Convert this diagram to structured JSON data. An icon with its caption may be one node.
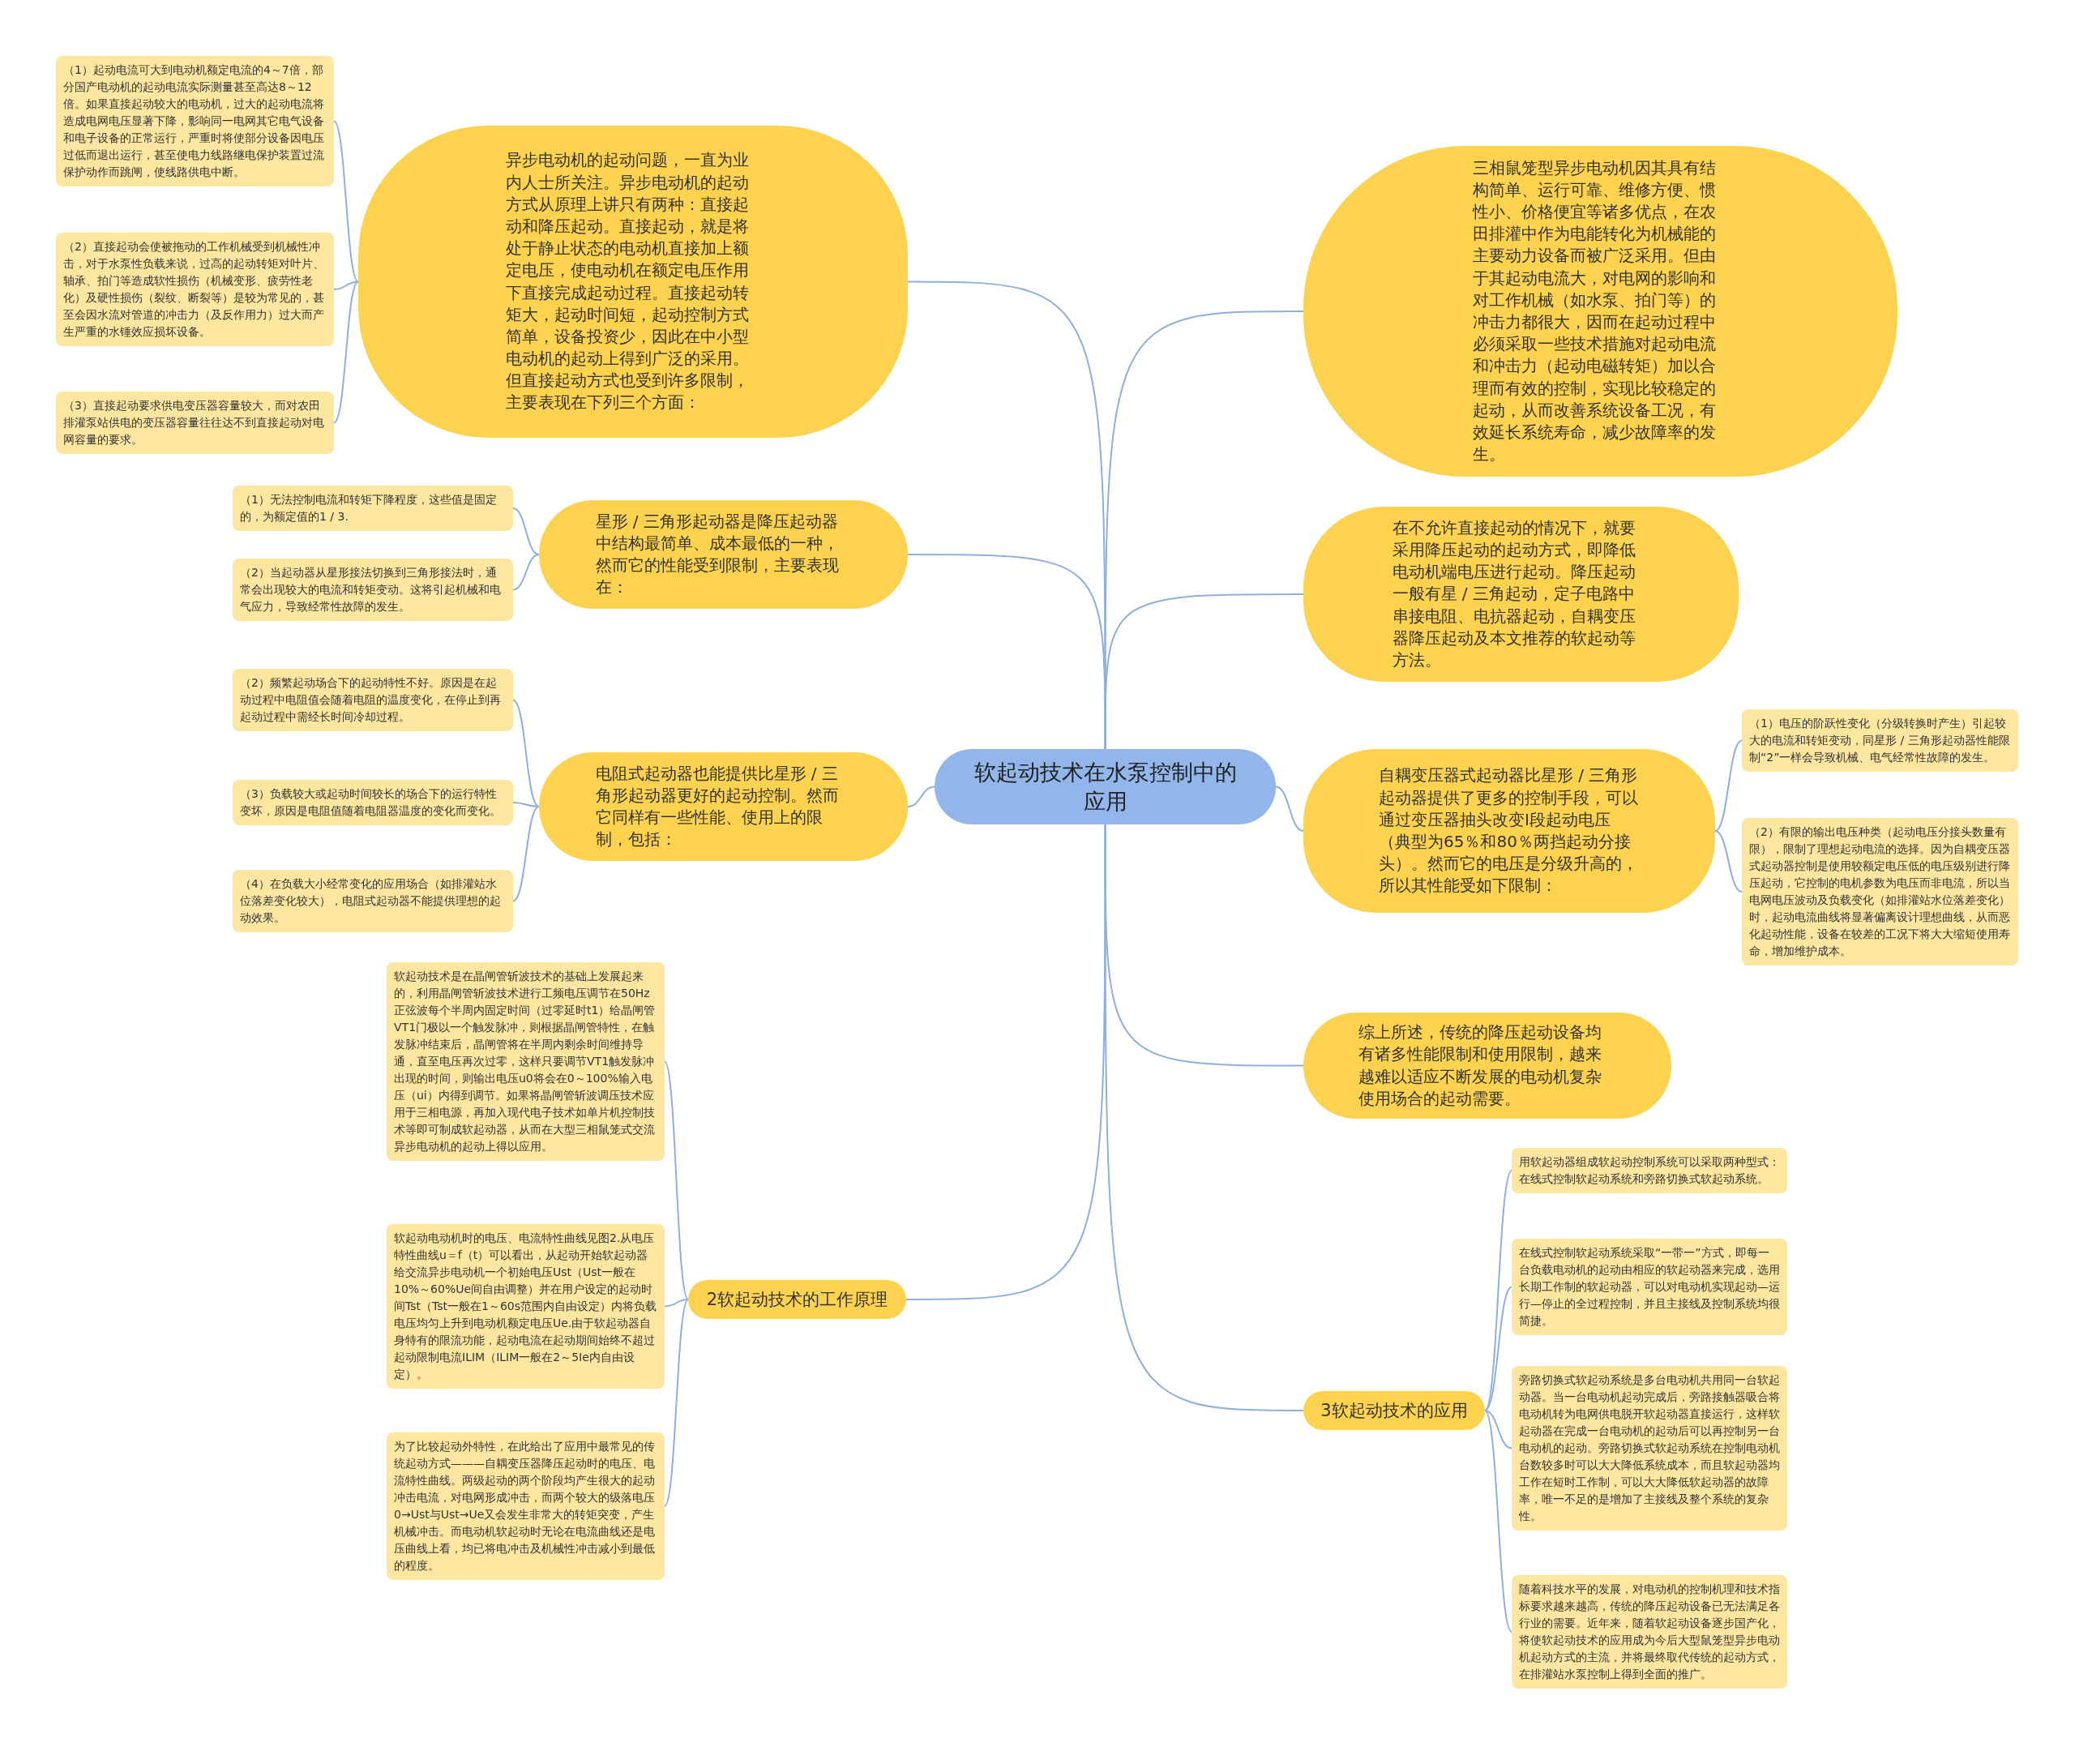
{
  "diagram": {
    "nodes": [
      {
        "text": [
          "软起动技术在水泵控制中的应用"
        ]
      },
      {
        "text": [
          "异步电动机的起动问题，一直为业内人士所关注。异步电动机的起动方式从原理上讲只有两种：直接起动和降压起动。直接起动，就是将处于静止状态的电动机直接加上额定电压，使电动机在额定电压作用下直接完成起动过程。直接起动转矩大，起动时间短，起动控制方式简单，设备投资少，因此在中小型电动机的起动上得到广泛的采用。但直接起动方式也受到许多限制，主要表现在下列三个方面："
        ]
      },
      {
        "text": [
          "（1）起动电流可大到电动机额定电流的4～7倍，部分国产电动机的起动电流实际测量甚至高达8～12倍。如果直接起动较大的电动机，过大的起动电流将造成电网电压显著下降，影响同一电网其它电气设备和电子设备的正常运行，严重时将使部分设备因电压过低而退出运行，甚至使电力线路继电保护装置过流保护动作而跳闸，使线路供电中断。"
        ]
      },
      {
        "text": [
          "（2）直接起动会使被拖动的工作机械受到机械性冲击，对于水泵性负载来说，过高的起动转矩对叶片、轴承、拍门等造成软性损伤（机械变形、疲劳性老化）及硬性损伤（裂纹、断裂等）是较为常见的，甚至会因水流对管道的冲击力（及反作用力）过大而产生严重的水锤效应损坏设备。"
        ]
      },
      {
        "text": [
          "（3）直接起动要求供电变压器容量较大，而对农田排灌泵站供电的变压器容量往往达不到直接起动对电网容量的要求。"
        ]
      },
      {
        "text": [
          "星形 / 三角形起动器是降压起动器中结构最简单、成本最低的一种，然而它的性能受到限制，主要表现在："
        ]
      },
      {
        "text": [
          "（1）无法控制电流和转矩下降程度，这些值是固定的，为额定值的1 / 3."
        ]
      },
      {
        "text": [
          "（2）当起动器从星形接法切换到三角形接法时，通常会出现较大的电流和转矩变动。这将引起机械和电气应力，导致经常性故障的发生。"
        ]
      },
      {
        "text": [
          "电阻式起动器也能提供比星形 / 三角形起动器更好的起动控制。然而它同样有一些性能、使用上的限制，包括："
        ]
      },
      {
        "text": [
          "（2）频繁起动场合下的起动特性不好。原因是在起动过程中电阻值会随着电阻的温度变化，在停止到再起动过程中需经长时间冷却过程。"
        ]
      },
      {
        "text": [
          "（3）负载较大或起动时间较长的场合下的运行特性变坏，原因是电阻值随着电阻器温度的变化而变化。"
        ]
      },
      {
        "text": [
          "（4）在负载大小经常变化的应用场合（如排灌站水位落差变化较大），电阻式起动器不能提供理想的起动效果。"
        ]
      },
      {
        "text": [
          "2软起动技术的工作原理"
        ]
      },
      {
        "text": [
          "软起动技术是在晶闸管斩波技术的基础上发展起来的，利用晶闸管斩波技术进行工频电压调节在50Hz正弦波每个半周内固定时间（过零延时t1）给晶闸管VT1门极以一个触发脉冲，则根据晶闸管特性，在触发脉冲结束后，晶闸管将在半周内剩余时间维持导通，直至电压再次过零，这样只要调节VT1触发脉冲出现的时间，则输出电压u0将会在0～100%输入电压（ui）内得到调节。如果将晶闸管斩波调压技术应用于三相电源，再加入现代电子技术如单片机控制技术等即可制成软起动器，从而在大型三相鼠笼式交流异步电动机的起动上得以应用。"
        ]
      },
      {
        "text": [
          "软起动电动机时的电压、电流特性曲线见图2.从电压特性曲线u＝f（t）可以看出，从起动开始软起动器给交流异步电动机一个初始电压Ust（Ust一般在10%～60%Ue间自由调整）并在用户设定的起动时间Tst（Tst一般在1～60s范围内自由设定）内将负载电压均匀上升到电动机额定电压Ue.由于软起动器自身特有的限流功能，起动电流在起动期间始终不超过起动限制电流ILIM（ILIM一般在2～5Ie内自由设定）。"
        ]
      },
      {
        "text": [
          "为了比较起动外特性，在此给出了应用中最常见的传统起动方式———自耦变压器降压起动时的电压、电流特性曲线。两级起动的两个阶段均产生很大的起动冲击电流，对电网形成冲击，而两个较大的级落电压0→Ust与Ust→Ue又会发生非常大的转矩突变，产生机械冲击。而电动机软起动时无论在电流曲线还是电压曲线上看，均已将电冲击及机械性冲击减小到最低的程度。"
        ]
      },
      {
        "text": [
          "三相鼠笼型异步电动机因其具有结构简单、运行可靠、维修方便、惯性小、价格便宜等诸多优点，在农田排灌中作为电能转化为机械能的主要动力设备而被广泛采用。但由于其起动电流大，对电网的影响和对工作机械（如水泵、拍门等）的冲击力都很大，因而在起动过程中必须采取一些技术措施对起动电流和冲击力（起动电磁转矩）加以合理而有效的控制，实现比较稳定的起动，从而改善系统设备工况，有效延长系统寿命，减少故障率的发生。"
        ]
      },
      {
        "text": [
          "在不允许直接起动的情况下，就要采用降压起动的起动方式，即降低电动机端电压进行起动。降压起动一般有星 / 三角起动，定子电路中串接电阻、电抗器起动，自耦变压器降压起动及本文推荐的软起动等方法。"
        ]
      },
      {
        "text": [
          "自耦变压器式起动器比星形 / 三角形起动器提供了更多的控制手段，可以通过变压器抽头改变Ⅰ段起动电压（典型为65％和80％两挡起动分接头）。然而它的电压是分级升高的，所以其性能受如下限制："
        ]
      },
      {
        "text": [
          "（1）电压的阶跃性变化（分级转换时产生）引起较大的电流和转矩变动，同星形 / 三角形起动器性能限制“2”一样会导致机械、电气经常性故障的发生。"
        ]
      },
      {
        "text": [
          "（2）有限的输出电压种类（起动电压分接头数量有限），限制了理想起动电流的选择。因为自耦变压器式起动器控制是使用较额定电压低的电压级别进行降压起动，它控制的电机参数为电压而非电流，所以当电网电压波动及负载变化（如排灌站水位落差变化）时，起动电流曲线将显著偏离设计理想曲线，从而恶化起动性能，设备在较差的工况下将大大缩短使用寿命，增加维护成本。"
        ]
      },
      {
        "text": [
          "综上所述，传统的降压起动设备均有诸多性能限制和使用限制，越来越难以适应不断发展的电动机复杂使用场合的起动需要。"
        ]
      },
      {
        "text": [
          "3软起动技术的应用"
        ]
      },
      {
        "text": [
          "用软起动器组成软起动控制系统可以采取两种型式：在线式控制软起动系统和旁路切换式软起动系统。"
        ]
      },
      {
        "text": [
          "在线式控制软起动系统采取“一带一”方式，即每一台负载电动机的起动由相应的软起动器来完成，选用长期工作制的软起动器，可以对电动机实现起动—运行—停止的全过程控制，并且主接线及控制系统均很简捷。"
        ]
      },
      {
        "text": [
          "旁路切换式软起动系统是多台电动机共用同一台软起动器。当一台电动机起动完成后，旁路接触器吸合将电动机转为电网供电脱开软起动器直接运行，这样软起动器在完成一台电动机的起动后可以再控制另一台电动机的起动。旁路切换式软起动系统在控制电动机台数较多时可以大大降低系统成本，而且软起动器均工作在短时工作制，可以大大降低软起动器的故障率，唯一不足的是增加了主接线及整个系统的复杂性。"
        ]
      },
      {
        "text": [
          "随着科技水平的发展，对电动机的控制机理和技术指标要求越来越高，传统的降压起动设备已无法满足各行业的需要。近年来，随着软起动设备逐步国产化，将使软起动技术的应用成为今后大型鼠笼型异步电动机起动方式的主流，并将最终取代传统的起动方式，在排灌站水泵控制上得到全面的推广。"
        ]
      }
    ],
    "edges": [
      {
        "from": 0,
        "to": 1,
        "arrow": "none"
      },
      {
        "from": 1,
        "to": 2,
        "arrow": "none"
      },
      {
        "from": 1,
        "to": 3,
        "arrow": "none"
      },
      {
        "from": 1,
        "to": 4,
        "arrow": "none"
      },
      {
        "from": 0,
        "to": 5,
        "arrow": "none"
      },
      {
        "from": 5,
        "to": 6,
        "arrow": "none"
      },
      {
        "from": 5,
        "to": 7,
        "arrow": "none"
      },
      {
        "from": 0,
        "to": 8,
        "arrow": "none"
      },
      {
        "from": 8,
        "to": 9,
        "arrow": "none"
      },
      {
        "from": 8,
        "to": 10,
        "arrow": "none"
      },
      {
        "from": 8,
        "to": 11,
        "arrow": "none"
      },
      {
        "from": 0,
        "to": 12,
        "arrow": "none"
      },
      {
        "from": 12,
        "to": 13,
        "arrow": "none"
      },
      {
        "from": 12,
        "to": 14,
        "arrow": "none"
      },
      {
        "from": 12,
        "to": 15,
        "arrow": "none"
      },
      {
        "from": 0,
        "to": 16,
        "arrow": "none"
      },
      {
        "from": 0,
        "to": 17,
        "arrow": "none"
      },
      {
        "from": 0,
        "to": 18,
        "arrow": "none"
      },
      {
        "from": 18,
        "to": 19,
        "arrow": "none"
      },
      {
        "from": 18,
        "to": 20,
        "arrow": "none"
      },
      {
        "from": 0,
        "to": 21,
        "arrow": "none"
      },
      {
        "from": 0,
        "to": 22,
        "arrow": "none"
      },
      {
        "from": 22,
        "to": 23,
        "arrow": "none"
      },
      {
        "from": 22,
        "to": 24,
        "arrow": "none"
      },
      {
        "from": 22,
        "to": 25,
        "arrow": "none"
      },
      {
        "from": 22,
        "to": 26,
        "arrow": "none"
      }
    ]
  }
}
